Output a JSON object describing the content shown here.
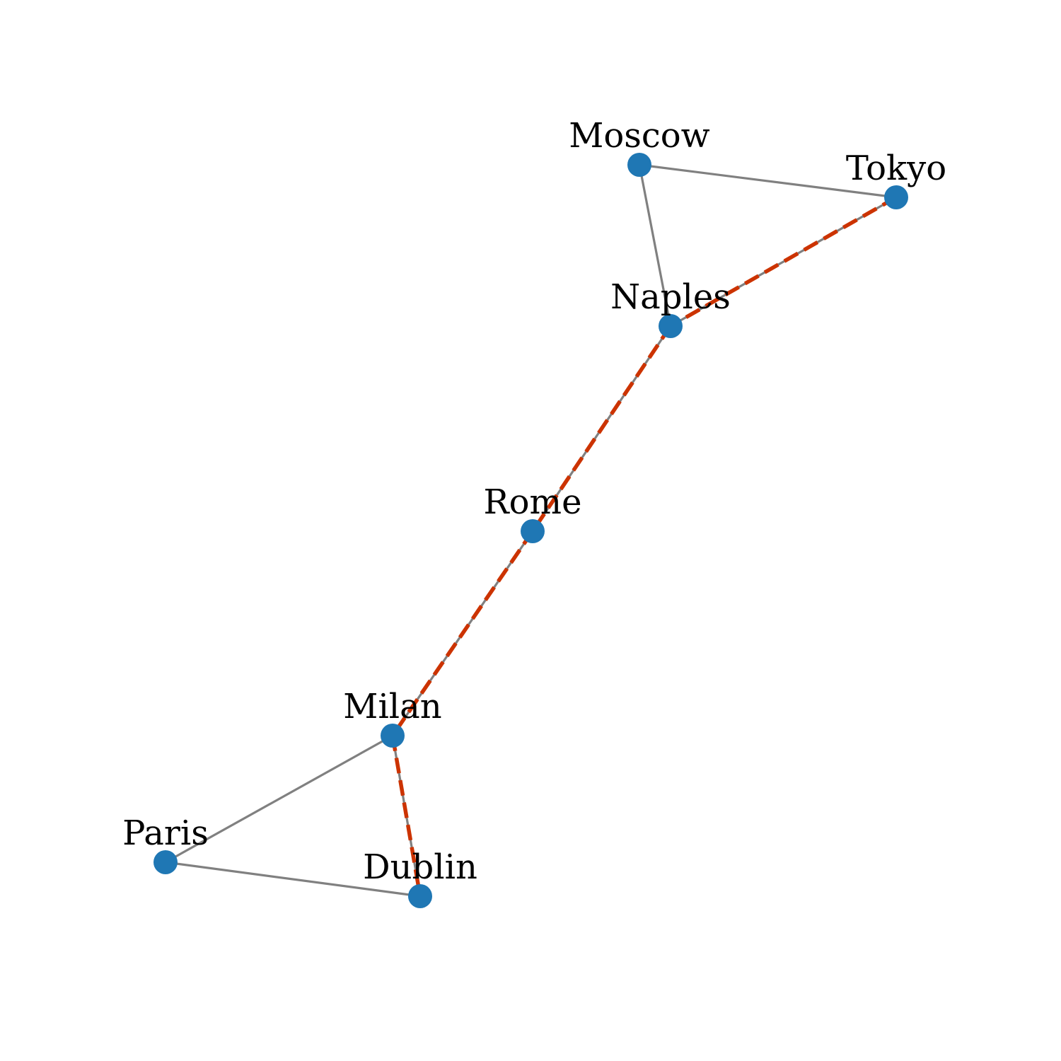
{
  "graph": {
    "nodes": [
      {
        "id": "moscow",
        "label": "Moscow"
      },
      {
        "id": "tokyo",
        "label": "Tokyo"
      },
      {
        "id": "naples",
        "label": "Naples"
      },
      {
        "id": "rome",
        "label": "Rome"
      },
      {
        "id": "milan",
        "label": "Milan"
      },
      {
        "id": "paris",
        "label": "Paris"
      },
      {
        "id": "dublin",
        "label": "Dublin"
      }
    ],
    "edges": [
      {
        "from": "moscow",
        "to": "tokyo"
      },
      {
        "from": "moscow",
        "to": "naples"
      },
      {
        "from": "tokyo",
        "to": "naples"
      },
      {
        "from": "naples",
        "to": "rome"
      },
      {
        "from": "rome",
        "to": "milan"
      },
      {
        "from": "milan",
        "to": "paris"
      },
      {
        "from": "milan",
        "to": "dublin"
      },
      {
        "from": "paris",
        "to": "dublin"
      }
    ],
    "highlighted_path": [
      "tokyo",
      "naples",
      "rome",
      "milan",
      "dublin"
    ]
  },
  "colors": {
    "node": "#1f77b4",
    "edge": "#808080",
    "path": "#cc3300",
    "label": "#000000",
    "background": "#ffffff"
  }
}
